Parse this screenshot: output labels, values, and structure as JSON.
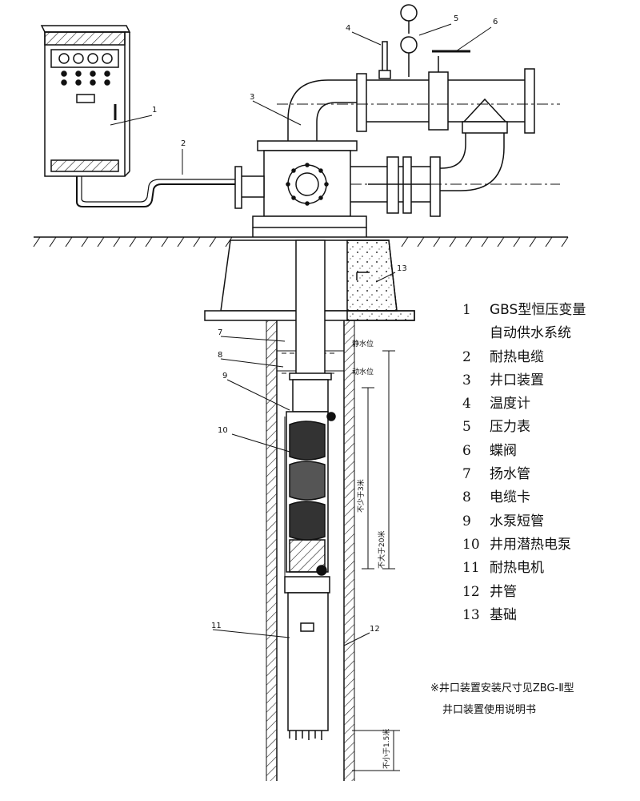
{
  "legend": {
    "items": [
      {
        "num": "1",
        "text": "GBS型恒压变量"
      },
      {
        "num": "",
        "text": "自动供水系统"
      },
      {
        "num": "2",
        "text": "耐热电缆"
      },
      {
        "num": "3",
        "text": "井口装置"
      },
      {
        "num": "4",
        "text": "温度计"
      },
      {
        "num": "5",
        "text": "压力表"
      },
      {
        "num": "6",
        "text": "蝶阀"
      },
      {
        "num": "7",
        "text": "扬水管"
      },
      {
        "num": "8",
        "text": "电缆卡"
      },
      {
        "num": "9",
        "text": "水泵短管"
      },
      {
        "num": "10",
        "text": "井用潜热电泵"
      },
      {
        "num": "11",
        "text": "耐热电机"
      },
      {
        "num": "12",
        "text": "井管"
      },
      {
        "num": "13",
        "text": "基础"
      }
    ]
  },
  "note": {
    "line1": "※井口装置安装尺寸见ZBG-Ⅱ型",
    "line2": "井口装置使用说明书"
  },
  "callouts": {
    "c1": "1",
    "c2": "2",
    "c3": "3",
    "c4": "4",
    "c5": "5",
    "c6": "6",
    "c7": "7",
    "c8": "8",
    "c9": "9",
    "c10": "10",
    "c11": "11",
    "c12": "12",
    "c13": "13"
  },
  "annotations": {
    "static_level": "静水位",
    "dynamic_level": "动水位",
    "dim_min3": "不少于3米",
    "dim_max20": "不大于20米",
    "dim_min15": "不小于1.5米"
  }
}
